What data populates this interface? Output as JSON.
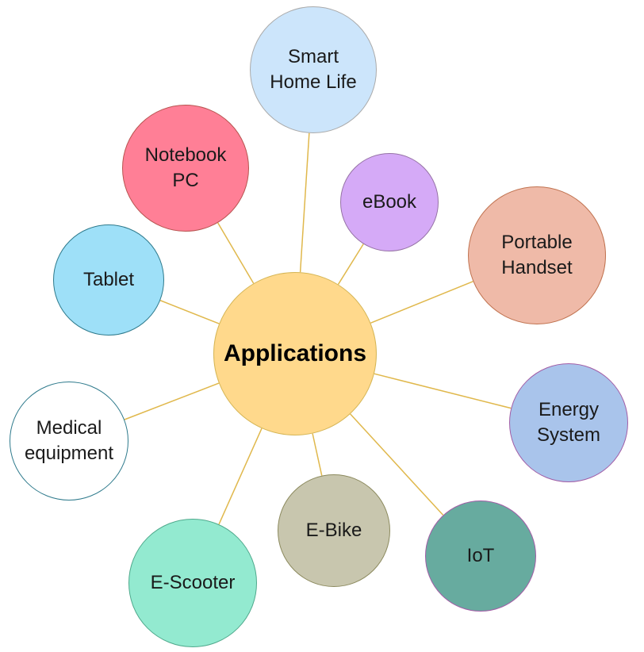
{
  "center": {
    "label": "Applications",
    "fill": "#FFD98C",
    "stroke": "#D6B656"
  },
  "edge_color": "#E0B84C",
  "nodes": [
    {
      "id": "smart-home-life",
      "label": "Smart\nHome Life",
      "fill": "#CCE5FB",
      "stroke": "#AAAAAA"
    },
    {
      "id": "notebook-pc",
      "label": "Notebook\nPC",
      "fill": "#FF7F96",
      "stroke": "#B85450"
    },
    {
      "id": "ebook",
      "label": "eBook",
      "fill": "#D5AAF7",
      "stroke": "#9673A6"
    },
    {
      "id": "portable-handset",
      "label": "Portable\nHandset",
      "fill": "#EFBAA8",
      "stroke": "#C0724F"
    },
    {
      "id": "tablet",
      "label": "Tablet",
      "fill": "#9EE0F8",
      "stroke": "#2E7A8C"
    },
    {
      "id": "energy-system",
      "label": "Energy\nSystem",
      "fill": "#A9C4EB",
      "stroke": "#A25DA6"
    },
    {
      "id": "medical-equipment",
      "label": "Medical\nequipment",
      "fill": "#FFFFFF",
      "stroke": "#2E7A8C"
    },
    {
      "id": "e-bike",
      "label": "E-Bike",
      "fill": "#C8C6AE",
      "stroke": "#8C8A5E"
    },
    {
      "id": "iot",
      "label": "IoT",
      "fill": "#67AB9F",
      "stroke": "#A25DA6"
    },
    {
      "id": "e-scooter",
      "label": "E-Scooter",
      "fill": "#93EAD0",
      "stroke": "#4FA98C"
    }
  ]
}
